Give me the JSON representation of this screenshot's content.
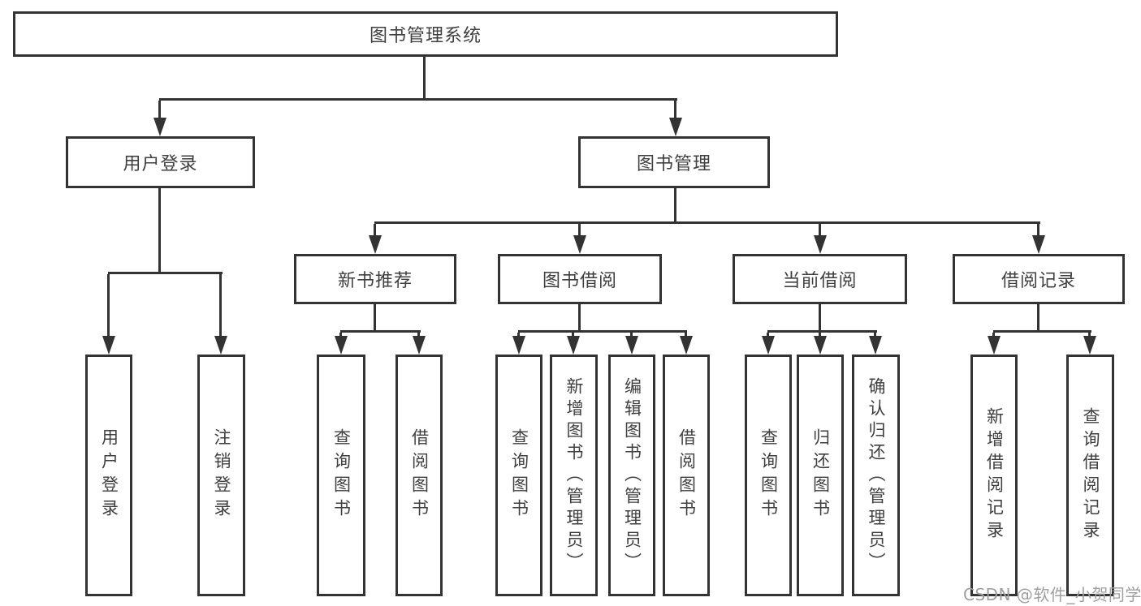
{
  "diagram": {
    "title": "图书管理系统",
    "branches": [
      {
        "label": "用户登录",
        "leaves": [
          "用户登录",
          "注销登录"
        ]
      },
      {
        "label": "图书管理",
        "sections": [
          {
            "label": "新书推荐",
            "leaves": [
              "查询图书",
              "借阅图书"
            ]
          },
          {
            "label": "图书借阅",
            "leaves": [
              "查询图书",
              "新增图书（管理员）",
              "编辑图书（管理员）",
              "借阅图书"
            ]
          },
          {
            "label": "当前借阅",
            "leaves": [
              "查询图书",
              "归还图书",
              "确认归还（管理员）"
            ]
          },
          {
            "label": "借阅记录",
            "leaves": [
              "新增借阅记录",
              "查询借阅记录"
            ]
          }
        ]
      }
    ]
  },
  "watermark": "CSDN @软件_小贺同学",
  "colors": {
    "line": "#333333",
    "text": "#3f3f3f",
    "watermark": "#9f9f9f",
    "background": "#ffffff"
  }
}
